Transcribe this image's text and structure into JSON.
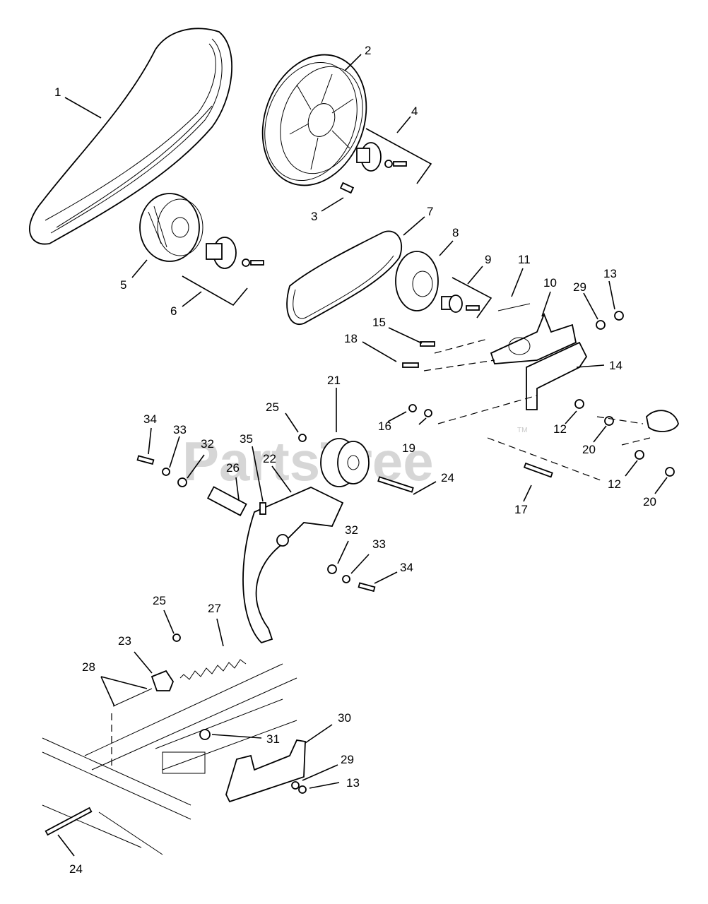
{
  "watermark": "PartsTree",
  "trademark": "TM",
  "callouts": {
    "c1": "1",
    "c2": "2",
    "c3": "3",
    "c4": "4",
    "c5": "5",
    "c6": "6",
    "c7": "7",
    "c8": "8",
    "c9": "9",
    "c10": "10",
    "c11": "11",
    "c12a": "12",
    "c12b": "12",
    "c13a": "13",
    "c13b": "13",
    "c14": "14",
    "c15": "15",
    "c16": "16",
    "c17": "17",
    "c18": "18",
    "c19": "19",
    "c20a": "20",
    "c20b": "20",
    "c21": "21",
    "c22": "22",
    "c23": "23",
    "c24a": "24",
    "c24b": "24",
    "c25a": "25",
    "c25b": "25",
    "c26": "26",
    "c27": "27",
    "c28": "28",
    "c29a": "29",
    "c29b": "29",
    "c30": "30",
    "c31": "31",
    "c32a": "32",
    "c32b": "32",
    "c33a": "33",
    "c33b": "33",
    "c34a": "34",
    "c34b": "34",
    "c35": "35"
  }
}
